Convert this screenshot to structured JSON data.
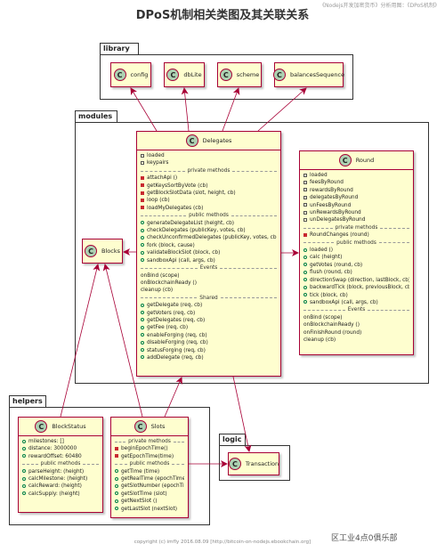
{
  "title": "DPoS机制相关类图及其关联关系",
  "header_note": "《Nodejs开发加密货币》分析用图：《DPoS机制》",
  "footer": "copyright (c) imfly 2016.08.09 [http://bitcoin-on-nodejs.ebookchain.org]",
  "watermark": "区工业4点0俱乐部",
  "colors": {
    "class_fill": "#fefecf",
    "class_border": "#a80036",
    "badge": "#add1b2",
    "arrow": "#a80036",
    "private_icon": "#c82930",
    "public_icon": "#038048"
  },
  "packages": {
    "library": "library",
    "modules": "modules",
    "helpers": "helpers",
    "logic": "logic"
  },
  "library": {
    "config": "config",
    "dblite": "dbLite",
    "scheme": "scheme",
    "balances": "balancesSequence"
  },
  "delegates": {
    "name": "Delegates",
    "fields": [
      "loaded",
      "keypairs"
    ],
    "private_label": "private methods",
    "private": [
      "attachApi ()",
      "getKeysSortByVote (cb)",
      "getBlockSlotData (slot, height, cb)",
      "loop (cb)",
      "loadMyDelegates (cb)"
    ],
    "public_label": "public methods",
    "public": [
      "generateDelegateList (height, cb)",
      "checkDelegates (publicKey, votes, cb)",
      "checkUnconfirmedDelegates (publicKey, votes, cb)",
      "fork (block, cause)",
      "validateBlockSlot (block, cb)",
      "sandboxApi (call, args, cb)"
    ],
    "events_label": "Events",
    "events": [
      "onBind (scope)",
      "onBlockchainReady ()",
      "cleanup (cb)"
    ],
    "shared_label": "Shared",
    "shared": [
      "getDelegate (req, cb)",
      "getVoters (req, cb)",
      "getDelegates (req, cb)",
      "getFee (req, cb)",
      "enableForging (req, cb)",
      "disableForging (req, cb)",
      "statusForging (req, cb)",
      "addDelegate (req, cb)"
    ]
  },
  "round": {
    "name": "Round",
    "fields": [
      "loaded",
      "feesByRound",
      "rewardsByRound",
      "delegatesByRound",
      "unFeesByRound",
      "unRewardsByRound",
      "unDelegatesByRound"
    ],
    "private_label": "private methods",
    "private": [
      "RoundChanges (round)"
    ],
    "public_label": "public methods",
    "public": [
      "loaded ()",
      "calc (height)",
      "getVotes (round, cb)",
      "flush (round, cb)",
      "directionSwap (direction, lastBlock, cb)",
      "backwardTick (block, previousBlock, cb)",
      "tick (block, cb)",
      "sandboxApi (call, args, cb)"
    ],
    "events_label": "Events",
    "events": [
      "onBind (scope)",
      "onBlockchainReady ()",
      "onFinishRound (round)",
      "cleanup (cb)"
    ]
  },
  "blocks": {
    "name": "Blocks"
  },
  "blockstatus": {
    "name": "BlockStatus",
    "fields": [
      "milestones: []",
      "distance: 3000000",
      "rewardOffset: 60480"
    ],
    "public_label": "public methods",
    "public": [
      "parseHeight: (height)",
      "calcMilestone: (height)",
      "calcReward: (height)",
      "calcSupply: (height)"
    ]
  },
  "slots": {
    "name": "Slots",
    "private_label": "private methods",
    "private": [
      "beginEpochTime()",
      "getEpochTime(time)"
    ],
    "public_label": "public methods",
    "public": [
      "getTime (time)",
      "getRealTime (epochTime)",
      "getSlotNumber (epochTime)",
      "getSlotTime (slot)",
      "getNextSlot ()",
      "getLastSlot (nextSlot)"
    ]
  },
  "transaction": {
    "name": "Transaction"
  }
}
